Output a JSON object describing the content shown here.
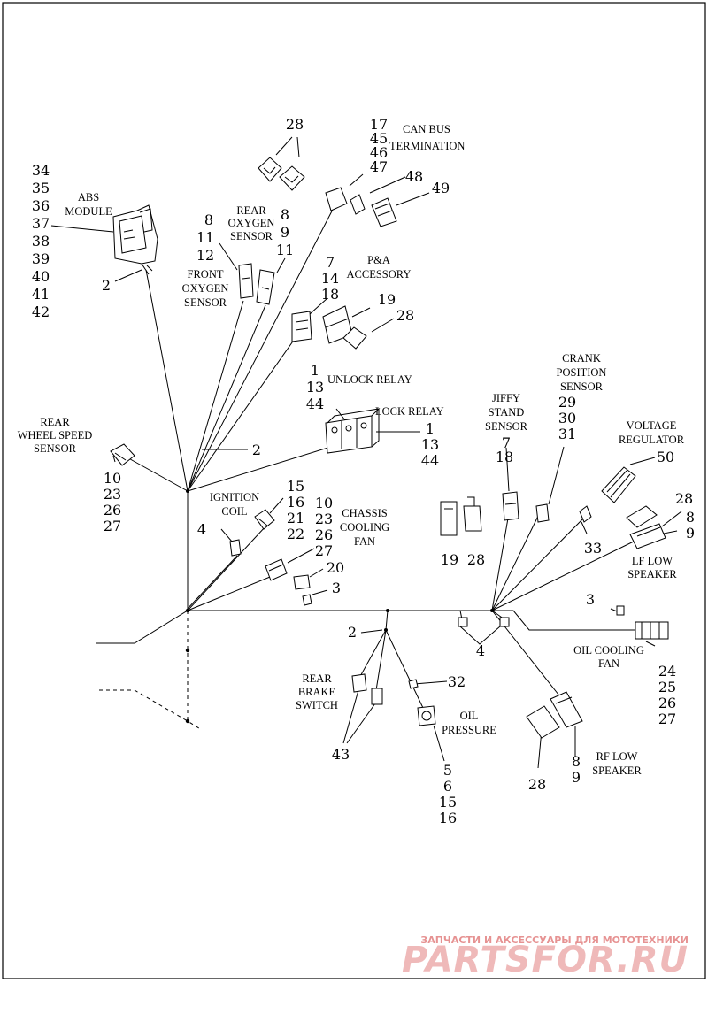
{
  "labels": {
    "abs_module": [
      "ABS",
      "MODULE"
    ],
    "can_bus": [
      "CAN BUS",
      "TERMINATION"
    ],
    "rear_oxygen": [
      "REAR",
      "OXYGEN",
      "SENSOR"
    ],
    "front_oxygen": [
      "FRONT",
      "OXYGEN",
      "SENSOR"
    ],
    "pa_accessory": [
      "P&A",
      "ACCESSORY"
    ],
    "unlock_relay": "UNLOCK RELAY",
    "lock_relay": "LOCK RELAY",
    "rear_wheel_speed": [
      "REAR",
      "WHEEL SPEED",
      "SENSOR"
    ],
    "ignition_coil": [
      "IGNITION",
      "COIL"
    ],
    "chassis_fan": [
      "CHASSIS",
      "COOLING",
      "FAN"
    ],
    "jiffy_stand": [
      "JIFFY",
      "STAND",
      "SENSOR"
    ],
    "crank_position": [
      "CRANK",
      "POSITION",
      "SENSOR"
    ],
    "voltage_regulator": [
      "VOLTAGE",
      "REGULATOR"
    ],
    "lf_speaker": [
      "LF LOW",
      "SPEAKER"
    ],
    "oil_cooling_fan": [
      "OIL COOLING",
      "FAN"
    ],
    "rear_brake": [
      "REAR",
      "BRAKE",
      "SWITCH"
    ],
    "oil_pressure": [
      "OIL",
      "PRESSURE"
    ],
    "rf_speaker": [
      "RF LOW",
      "SPEAKER"
    ]
  },
  "callouts": {
    "abs_nums": [
      "34",
      "35",
      "36",
      "37",
      "38",
      "39",
      "40",
      "41",
      "42"
    ],
    "abs_2": "2",
    "top_28": "28",
    "can_nums": [
      "17",
      "45",
      "46",
      "47"
    ],
    "n48": "48",
    "n49": "49",
    "front_o2": [
      "8",
      "11",
      "12"
    ],
    "rear_o2": [
      "8",
      "9",
      "11"
    ],
    "pa_nums": [
      "7",
      "14",
      "18"
    ],
    "n19a": "19",
    "n28b": "28",
    "unlock_nums": [
      "1",
      "13",
      "44"
    ],
    "lock_nums": [
      "1",
      "13",
      "44"
    ],
    "mid_2": "2",
    "wheel_nums": [
      "10",
      "23",
      "26",
      "27"
    ],
    "coil_nums": [
      "15",
      "16",
      "21",
      "22"
    ],
    "fan_nums": [
      "10",
      "23",
      "26",
      "27"
    ],
    "n4a": "4",
    "n20": "20",
    "n3a": "3",
    "jiffy_nums": [
      "7",
      "18"
    ],
    "crank_nums": [
      "29",
      "30",
      "31"
    ],
    "n50": "50",
    "n19b": "19",
    "n28c": "28",
    "n33": "33",
    "n28d": "28",
    "lf_nums": [
      "8",
      "9"
    ],
    "n3b": "3",
    "n2c": "2",
    "n4b": "4",
    "oil_fan_nums": [
      "24",
      "25",
      "26",
      "27"
    ],
    "n32": "32",
    "n43": "43",
    "oil_p_nums": [
      "5",
      "6",
      "15",
      "16"
    ],
    "rf_nums": [
      "8",
      "9"
    ],
    "n28e": "28"
  },
  "watermark": {
    "line1": "ЗАПЧАСТИ И АКСЕССУАРЫ ДЛЯ МОТОТЕХНИКИ",
    "line2": "PARTSFOR.RU"
  }
}
